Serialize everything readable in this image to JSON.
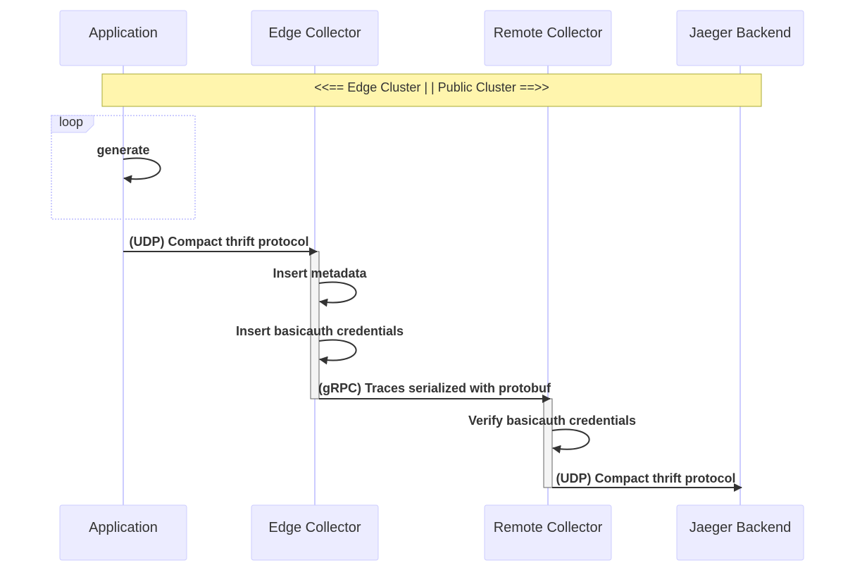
{
  "actors": [
    {
      "id": "app",
      "label": "Application"
    },
    {
      "id": "edge",
      "label": "Edge Collector"
    },
    {
      "id": "remote",
      "label": "Remote Collector"
    },
    {
      "id": "jaeger",
      "label": "Jaeger Backend"
    }
  ],
  "note": {
    "text": "<<== Edge Cluster | | Public Cluster ==>>",
    "over": [
      "app",
      "jaeger"
    ]
  },
  "loop": {
    "label": "loop",
    "actor": "app"
  },
  "messages": [
    {
      "from": "app",
      "to": "app",
      "text": "generate"
    },
    {
      "from": "app",
      "to": "edge",
      "text": "(UDP) Compact thrift protocol"
    },
    {
      "from": "edge",
      "to": "edge",
      "text": "Insert metadata"
    },
    {
      "from": "edge",
      "to": "edge",
      "text": "Insert basicauth credentials"
    },
    {
      "from": "edge",
      "to": "remote",
      "text": "(gRPC) Traces serialized with protobuf"
    },
    {
      "from": "remote",
      "to": "remote",
      "text": "Verify basicauth credentials"
    },
    {
      "from": "remote",
      "to": "jaeger",
      "text": "(UDP) Compact thrift protocol"
    }
  ],
  "colors": {
    "actor_fill": "#ECECFF",
    "actor_border": "#CCCCFF",
    "note_fill": "#FFF5AD",
    "note_border": "#AAAA33",
    "line": "#333333",
    "activation_fill": "#F4F4F4"
  }
}
